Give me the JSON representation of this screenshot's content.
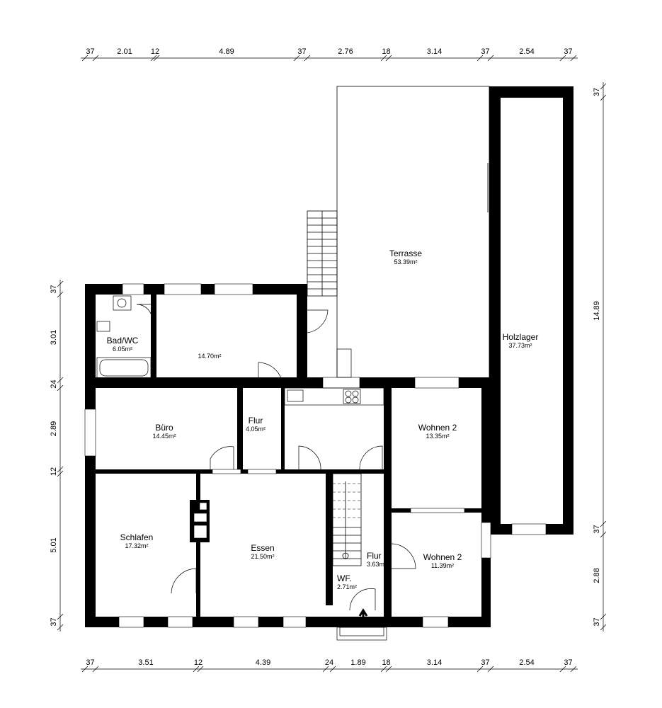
{
  "plan": {
    "rooms": [
      {
        "id": "terrasse",
        "name": "Terrasse",
        "area": "53.39m²"
      },
      {
        "id": "holzlager",
        "name": "Holzlager",
        "area": "37.73m²"
      },
      {
        "id": "bad",
        "name": "Bad/WC",
        "area": "6.05m²"
      },
      {
        "id": "room-top",
        "name": "",
        "area": "14.70m²"
      },
      {
        "id": "buero",
        "name": "Büro",
        "area": "14.45m²"
      },
      {
        "id": "flur-1",
        "name": "Flur",
        "area": "4.05m²"
      },
      {
        "id": "wohnen-2a",
        "name": "Wohnen 2",
        "area": "13.35m²"
      },
      {
        "id": "schlafen",
        "name": "Schlafen",
        "area": "17.32m²"
      },
      {
        "id": "essen",
        "name": "Essen",
        "area": "21.50m²"
      },
      {
        "id": "flur-2",
        "name": "Flur",
        "area": "3.63m²"
      },
      {
        "id": "wf",
        "name": "WF.",
        "area": "2.71m²"
      },
      {
        "id": "wohnen-2b",
        "name": "Wohnen 2",
        "area": "11.39m²"
      }
    ],
    "dimensions": {
      "top": [
        "37",
        "2.01",
        "12",
        "4.89",
        "37",
        "2.76",
        "18",
        "3.14",
        "37",
        "2.54",
        "37"
      ],
      "bottom": [
        "37",
        "3.51",
        "12",
        "4.39",
        "24",
        "1.89",
        "18",
        "3.14",
        "37",
        "2.54",
        "37"
      ],
      "left": [
        "37",
        "3.01",
        "24",
        "2.89",
        "12",
        "5.01",
        "37"
      ],
      "right": [
        "37",
        "14.89",
        "37",
        "2.88",
        "37"
      ]
    }
  }
}
